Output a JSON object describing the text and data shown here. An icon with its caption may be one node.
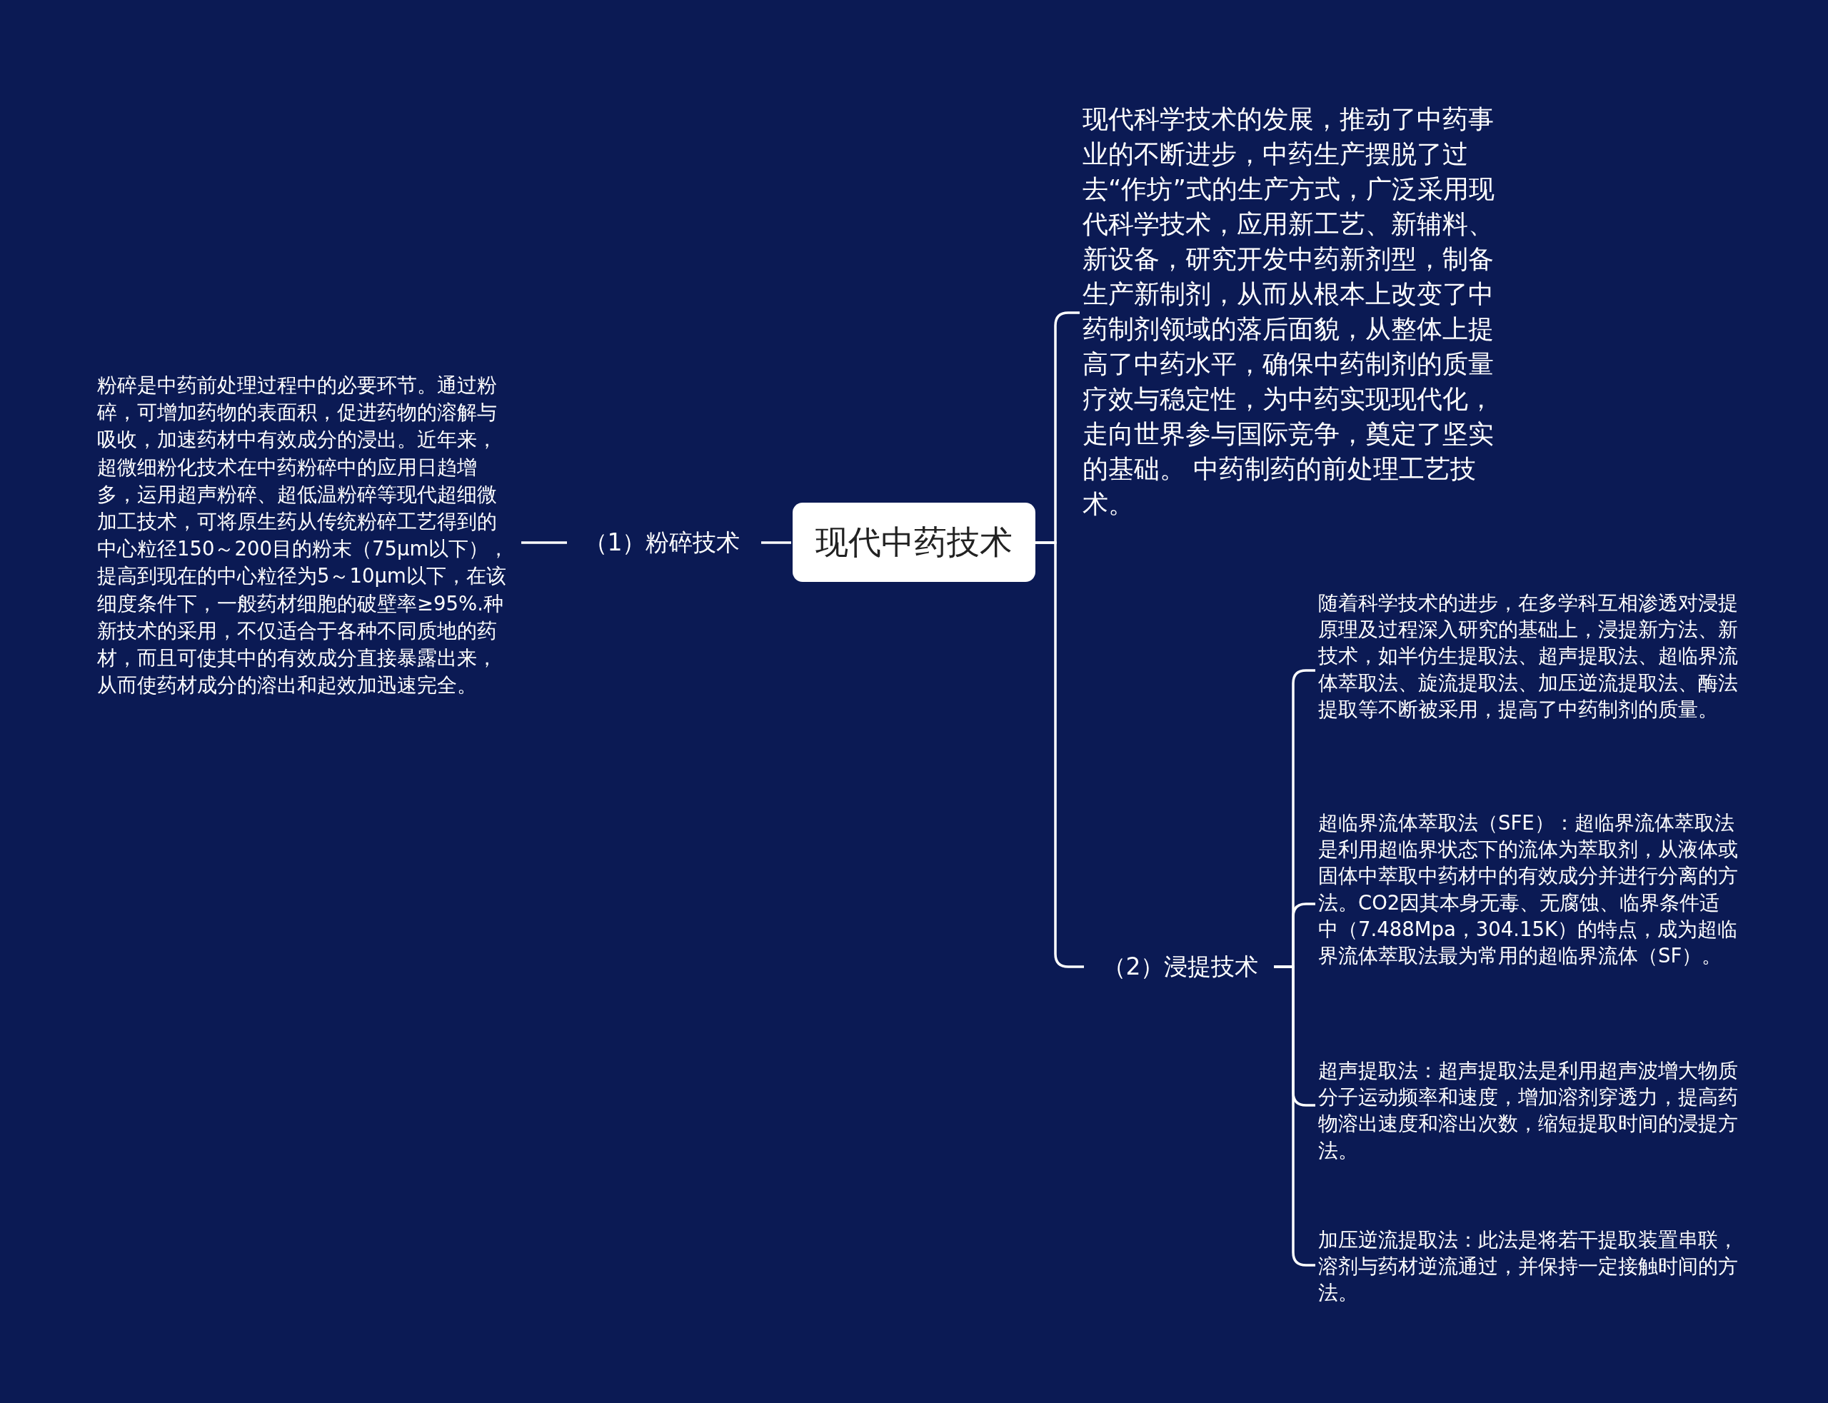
{
  "diagram": {
    "nodes": [
      {
        "text": [
          "现代中药技术"
        ]
      },
      {
        "text": [
          "（1）粉碎技术"
        ]
      },
      {
        "text": [
          "粉碎是中药前处理过程中的必要环节。通过粉碎，可增加药物的表面积，促进药物的溶解与吸收，加速药材中有效成分的浸出。近年来，超微细粉化技术在中药粉碎中的应用日趋增多，运用超声粉碎、超低温粉碎等现代超细微加工技术，可将原生药从传统粉碎工艺得到的中心粒径150～200目的粉末（75μm以下），提高到现在的中心粒径为5～10μm以下，在该细度条件下，一般药材细胞的破壁率≥95%.种新技术的采用，不仅适合于各种不同质地的药材，而且可使其中的有效成分直接暴露出来，从而使药材成分的溶出和起效加迅速完全。"
        ]
      },
      {
        "text": [
          "现代科学技术的发展，推动了中药事业的不断进步，中药生产摆脱了过去“作坊”式的生产方式，广泛采用现代科学技术，应用新工艺、新辅料、新设备，研究开发中药新剂型，制备生产新制剂，从而从根本上改变了中药制剂领域的落后面貌，从整体上提高了中药水平，确保中药制剂的质量疗效与稳定性，为中药实现现代化，走向世界参与国际竞争，奠定了坚实的基础。 中药制药的前处理工艺技术。"
        ]
      },
      {
        "text": [
          "（2）浸提技术"
        ]
      },
      {
        "text": [
          "随着科学技术的进步，在多学科互相渗透对浸提原理及过程深入研究的基础上，浸提新方法、新技术，如半仿生提取法、超声提取法、超临界流体萃取法、旋流提取法、加压逆流提取法、酶法提取等不断被采用，提高了中药制剂的质量。"
        ]
      },
      {
        "text": [
          "超临界流体萃取法（SFE）：超临界流体萃取法是利用超临界状态下的流体为萃取剂，从液体或固体中萃取中药材中的有效成分并进行分离的方法。CO2因其本身无毒、无腐蚀、临界条件适中（7.488Mpa，304.15K）的特点，成为超临界流体萃取法最为常用的超临界流体（SF）。"
        ]
      },
      {
        "text": [
          "超声提取法：超声提取法是利用超声波增大物质分子运动频率和速度，增加溶剂穿透力，提高药物溶出速度和溶出次数，缩短提取时间的浸提方法。"
        ]
      },
      {
        "text": [
          "加压逆流提取法：此法是将若干提取装置串联，溶剂与药材逆流通过，并保持一定接触时间的方法。"
        ]
      }
    ],
    "edges": [
      {
        "from": 0,
        "to": 1,
        "arrow": "none"
      },
      {
        "from": 1,
        "to": 2,
        "arrow": "none"
      },
      {
        "from": 0,
        "to": 3,
        "arrow": "none"
      },
      {
        "from": 0,
        "to": 4,
        "arrow": "none"
      },
      {
        "from": 4,
        "to": 5,
        "arrow": "none"
      },
      {
        "from": 4,
        "to": 6,
        "arrow": "none"
      },
      {
        "from": 4,
        "to": 7,
        "arrow": "none"
      },
      {
        "from": 4,
        "to": 8,
        "arrow": "none"
      }
    ]
  }
}
